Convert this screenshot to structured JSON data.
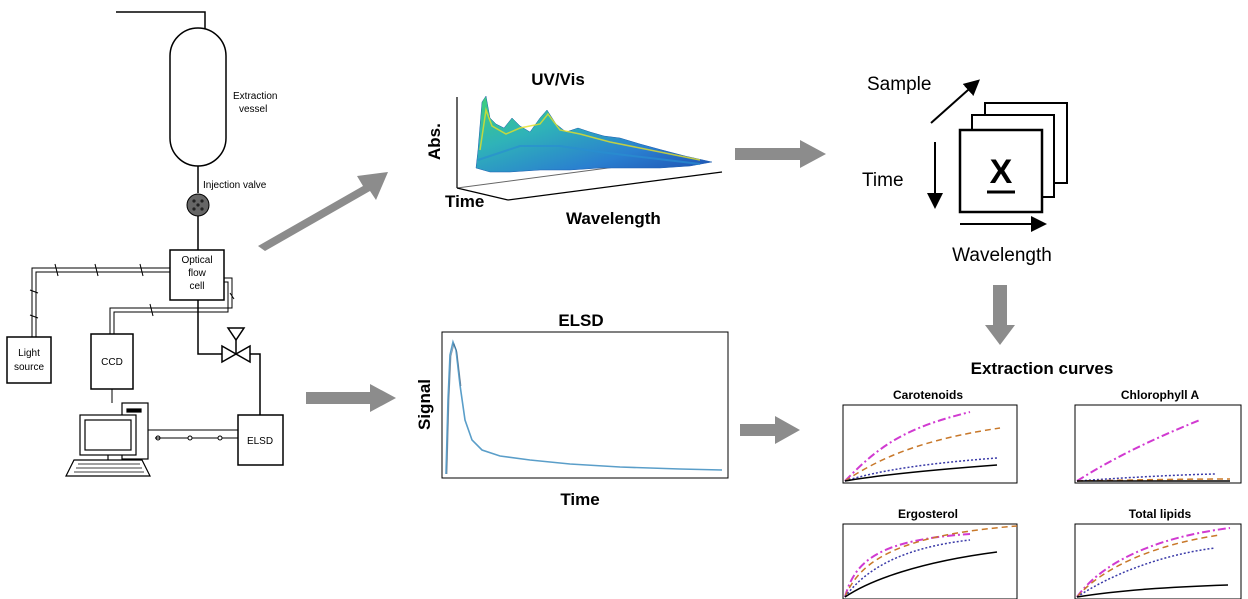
{
  "apparatus": {
    "vessel_label": "Extraction vessel",
    "vessel_label_line1": "Extraction",
    "vessel_label_line2": "vessel",
    "valve_label": "Injection valve",
    "flow_cell_line1": "Optical",
    "flow_cell_line2": "flow",
    "flow_cell_line3": "cell",
    "light_line1": "Light",
    "light_line2": "source",
    "ccd_label": "CCD",
    "elsd_box_label": "ELSD"
  },
  "uvvis": {
    "title": "UV/Vis",
    "z_label": "Abs.",
    "x_label": "Time",
    "y_label": "Wavelength"
  },
  "matrix": {
    "sample_label": "Sample",
    "time_label": "Time",
    "wavelength_label": "Wavelength",
    "matrix_symbol": "X"
  },
  "elsd_plot": {
    "title": "ELSD",
    "y_label": "Signal",
    "x_label": "Time",
    "line_color": "#5a9ec9"
  },
  "extraction": {
    "title": "Extraction curves",
    "series_colors": {
      "magenta": "#d13ad1",
      "orange_dashed": "#c8782a",
      "blue_dotted": "#3a3aa8",
      "black": "#000000"
    },
    "panels": [
      {
        "title": "Carotenoids"
      },
      {
        "title": "Chlorophyll A"
      },
      {
        "title": "Ergosterol"
      },
      {
        "title": "Total lipids"
      }
    ]
  }
}
